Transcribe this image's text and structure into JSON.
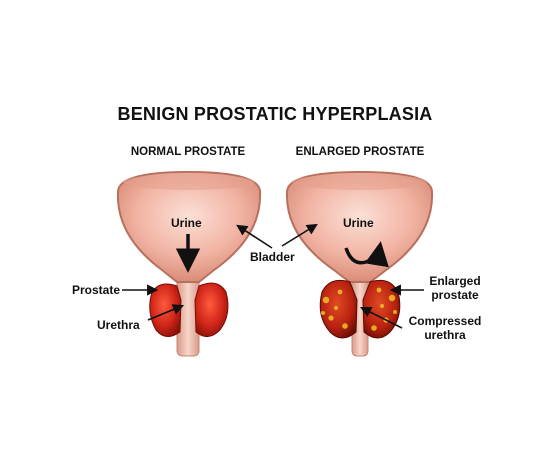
{
  "title": "BENIGN PROSTATIC HYPERPLASIA",
  "panels": {
    "normal": {
      "heading": "NORMAL PROSTATE",
      "urine_label": "Urine"
    },
    "enlarged": {
      "heading": "ENLARGED PROSTATE",
      "urine_label": "Urine"
    }
  },
  "labels": {
    "bladder": "Bladder",
    "prostate": "Prostate",
    "urethra": "Urethra",
    "enlarged_prostate_line1": "Enlarged",
    "enlarged_prostate_line2": "prostate",
    "compressed_urethra_line1": "Compressed",
    "compressed_urethra_line2": "urethra"
  },
  "colors": {
    "bladder_fill": "#f2b4a4",
    "bladder_edge": "#b8705e",
    "prostate_normal": "#d2261a",
    "prostate_enlarged": "#b8220f",
    "enlarged_spots": "#f0c22a",
    "urethra": "#f3c3b4"
  },
  "icons": [
    "down-arrow-icon",
    "swirl-arrow-icon"
  ]
}
